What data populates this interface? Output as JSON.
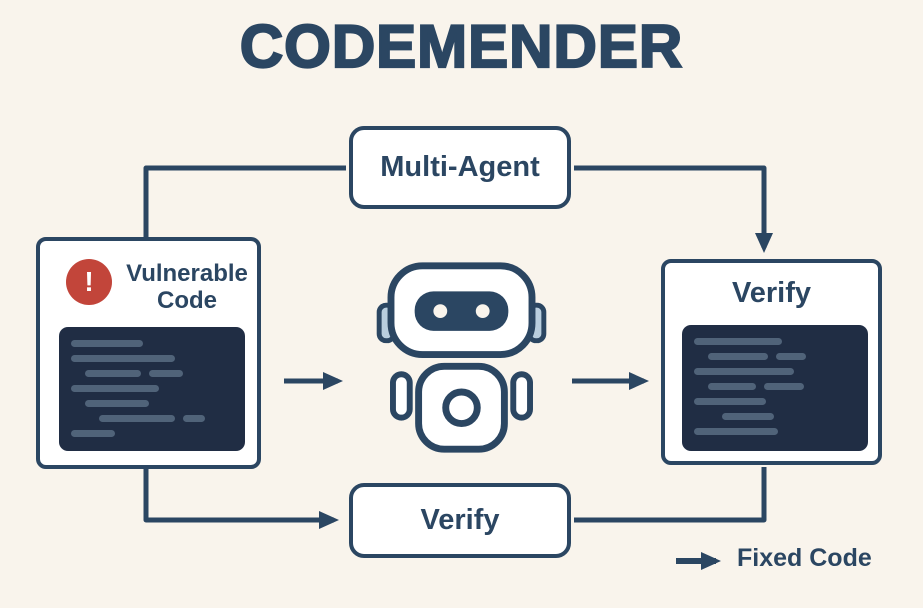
{
  "title": "CODEMENDER",
  "colors": {
    "background": "#f9f4ec",
    "navy": "#2b4662",
    "code_bg": "#202d44",
    "code_line": "#506379",
    "alert_red": "#c2453a",
    "ear_blue": "#b9cede",
    "box_bg": "#ffffff"
  },
  "multi_agent_box": {
    "label": "Multi-Agent"
  },
  "vulnerable_box": {
    "label": "Vulnerable Code",
    "alert_symbol": "!"
  },
  "verify_box": {
    "label": "Verify"
  },
  "verify_bottom_box": {
    "label": "Verify"
  },
  "legend": {
    "fixed_code_label": "Fixed Code"
  },
  "code_blocks": {
    "vulnerable": [
      {
        "indent": 0,
        "segments": [
          72
        ]
      },
      {
        "indent": 0,
        "segments": [
          104
        ]
      },
      {
        "indent": 14,
        "segments": [
          56,
          34
        ]
      },
      {
        "indent": 0,
        "segments": [
          88
        ]
      },
      {
        "indent": 14,
        "segments": [
          64
        ]
      },
      {
        "indent": 28,
        "segments": [
          76,
          22
        ]
      },
      {
        "indent": 0,
        "segments": [
          44
        ]
      }
    ],
    "verify": [
      {
        "indent": 0,
        "segments": [
          88
        ]
      },
      {
        "indent": 14,
        "segments": [
          60,
          30
        ]
      },
      {
        "indent": 0,
        "segments": [
          100
        ]
      },
      {
        "indent": 14,
        "segments": [
          48,
          40
        ]
      },
      {
        "indent": 0,
        "segments": [
          72
        ]
      },
      {
        "indent": 28,
        "segments": [
          52
        ]
      },
      {
        "indent": 0,
        "segments": [
          84
        ]
      }
    ]
  }
}
